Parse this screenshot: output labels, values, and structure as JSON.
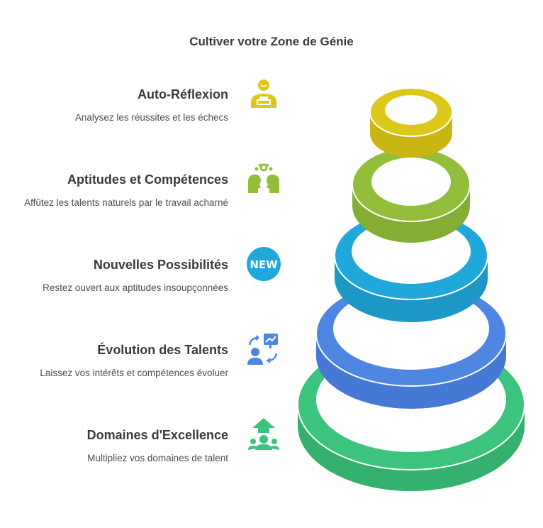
{
  "title": "Cultiver votre Zone de Génie",
  "items": [
    {
      "title": "Auto-Réflexion",
      "desc": "Analysez les réussites et les échecs",
      "icon": "person-reflection-icon",
      "color": "#dbc81a"
    },
    {
      "title": "Aptitudes et Compétences",
      "desc": "Affûtez les talents naturels par le travail acharné",
      "icon": "two-heads-gears-icon",
      "color": "#92be3b"
    },
    {
      "title": "Nouvelles Possibilités",
      "desc": "Restez ouvert aux aptitudes insoupçonnées",
      "icon": "new-badge-icon",
      "color": "#1fa8d9"
    },
    {
      "title": "Évolution des Talents",
      "desc": "Laissez vos intérêts et compétences évoluer",
      "icon": "person-chart-arrows-icon",
      "color": "#4f86e2"
    },
    {
      "title": "Domaines d'Excellence",
      "desc": "Multipliez vos domaines de talent",
      "icon": "growth-arrow-people-icon",
      "color": "#3cc47e"
    }
  ]
}
